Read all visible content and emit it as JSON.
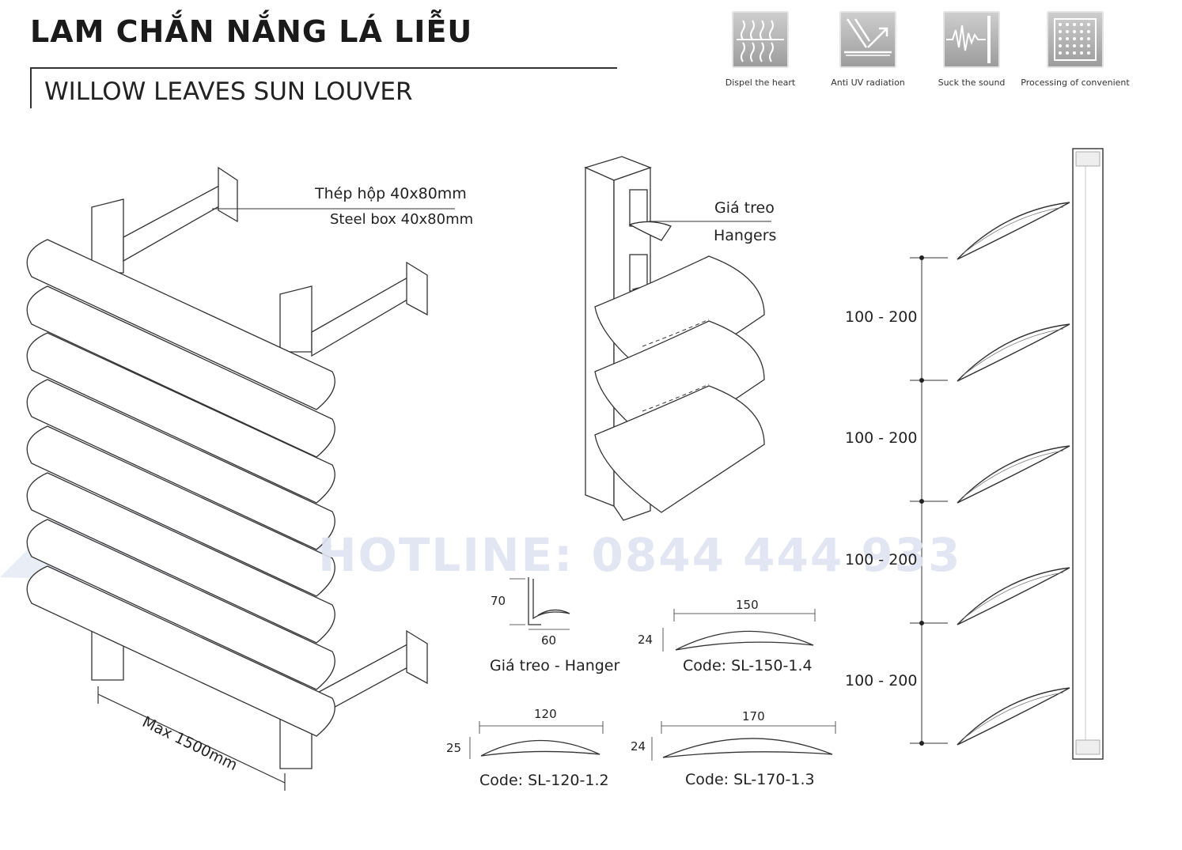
{
  "title": "LAM CHẮN NẮNG LÁ LIỄU",
  "subtitle": "WILLOW LEAVES SUN LOUVER",
  "features": [
    {
      "label": "Dispel the heart",
      "icon": "heat-dispel-icon"
    },
    {
      "label": "Anti UV radiation",
      "icon": "anti-uv-icon"
    },
    {
      "label": "Suck the sound",
      "icon": "sound-absorb-icon"
    },
    {
      "label": "Processing of convenient",
      "icon": "grid-processing-icon"
    }
  ],
  "labels": {
    "steel_vi": "Thép hộp 40x80mm",
    "steel_en": "Steel box 40x80mm",
    "hanger_vi": "Giá treo",
    "hanger_en": "Hangers",
    "max_length": "Max 1500mm",
    "hotline": "HOTLINE: 0844 444 933",
    "hanger_caption": "Giá treo - Hanger",
    "hanger_dim_h": "70",
    "hanger_dim_w": "60"
  },
  "profiles": [
    {
      "code": "Code: SL-150-1.4",
      "width": "150",
      "height": "24"
    },
    {
      "code": "Code: SL-120-1.2",
      "width": "120",
      "height": "25"
    },
    {
      "code": "Code: SL-170-1.3",
      "width": "170",
      "height": "24"
    }
  ],
  "spacing": [
    "100 - 200",
    "100 - 200",
    "100 - 200",
    "100 - 200"
  ]
}
